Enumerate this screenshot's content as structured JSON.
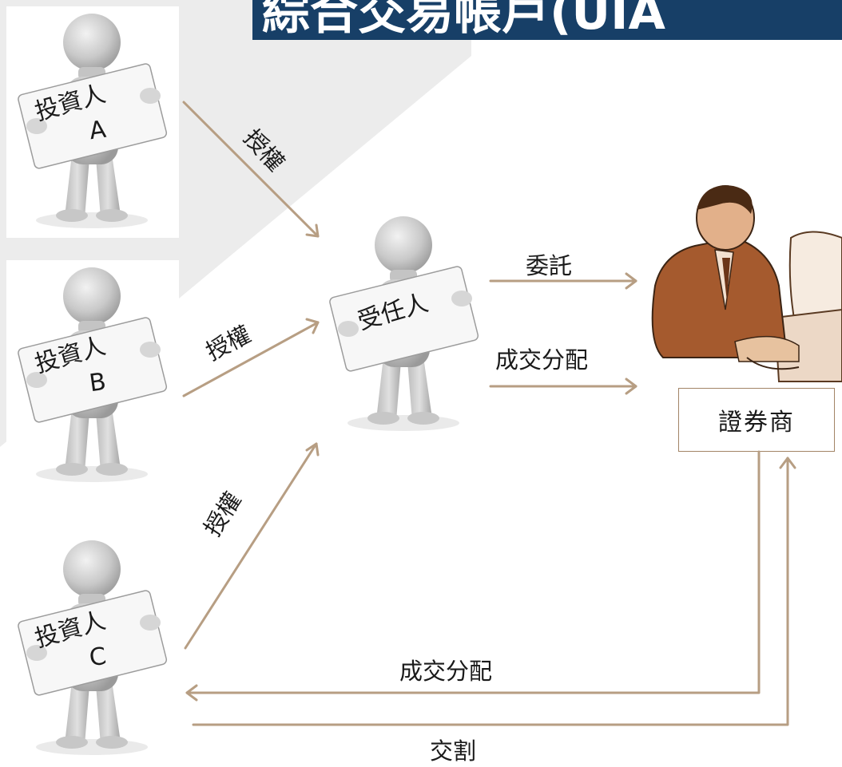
{
  "title": "綜合交易帳戶(UIA",
  "investors": [
    {
      "name": "投資人",
      "letter": "A"
    },
    {
      "name": "投資人",
      "letter": "B"
    },
    {
      "name": "投資人",
      "letter": "C"
    }
  ],
  "trustee": {
    "name": "受任人"
  },
  "broker": {
    "label": "證券商"
  },
  "arrow_labels": {
    "authorize_a": "授權",
    "authorize_b": "授權",
    "authorize_c": "授權",
    "entrust": "委託",
    "allocation_to_broker": "成交分配",
    "allocation_to_investor": "成交分配",
    "settlement": "交割"
  },
  "colors": {
    "title_bg": "#173f67",
    "arrow": "#b79e83",
    "box_border": "#a28466",
    "wedge": "#ececec"
  }
}
